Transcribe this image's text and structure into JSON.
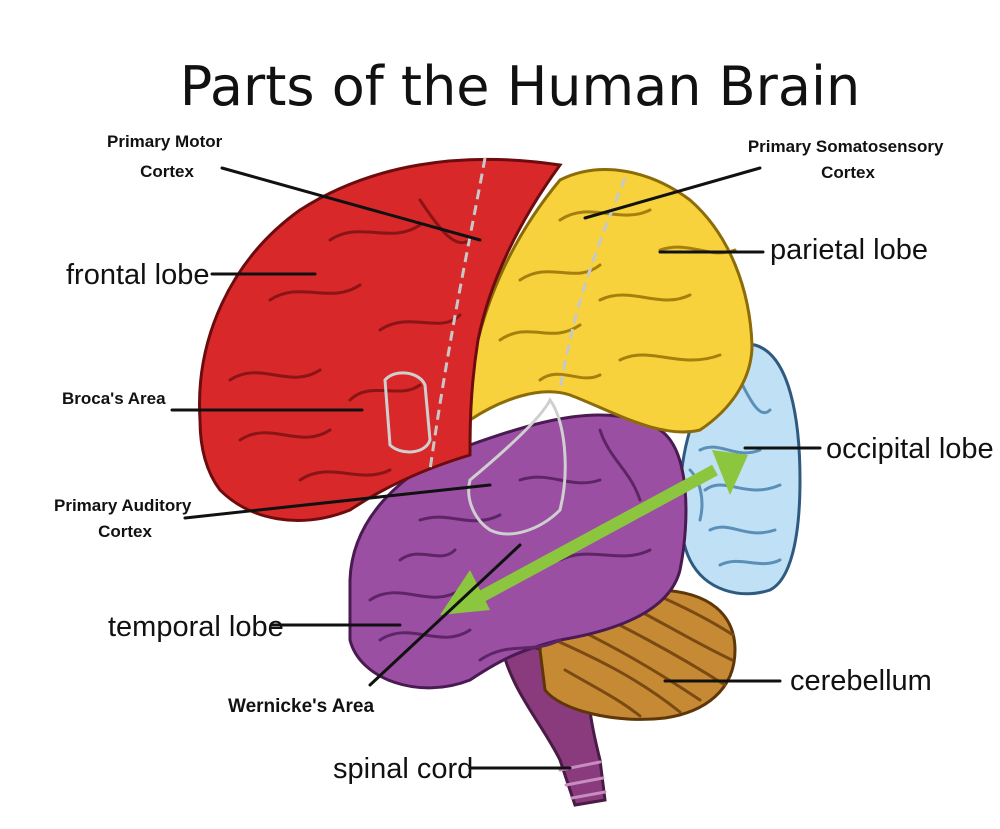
{
  "title": "Parts of the Human Brain",
  "labels": {
    "primary_motor_cortex": [
      "Primary Motor",
      "Cortex"
    ],
    "primary_somatosensory_cortex": [
      "Primary Somatosensory",
      "Cortex"
    ],
    "frontal_lobe": "frontal lobe",
    "parietal_lobe": "parietal lobe",
    "brocas_area": "Broca's Area",
    "occipital_lobe": "occipital lobe",
    "primary_auditory_cortex": [
      "Primary Auditory",
      "Cortex"
    ],
    "temporal_lobe": "temporal lobe",
    "cerebellum": "cerebellum",
    "wernickes_area": "Wernicke's Area",
    "spinal_cord": "spinal cord"
  },
  "colors": {
    "frontal": "#d8282a",
    "parietal": "#f7d23c",
    "temporal": "#9b4fa3",
    "occipital": "#bfe0f5",
    "cerebellum": "#c68a35",
    "spinal": "#8a3b7e",
    "arrow": "#8cc63f"
  }
}
